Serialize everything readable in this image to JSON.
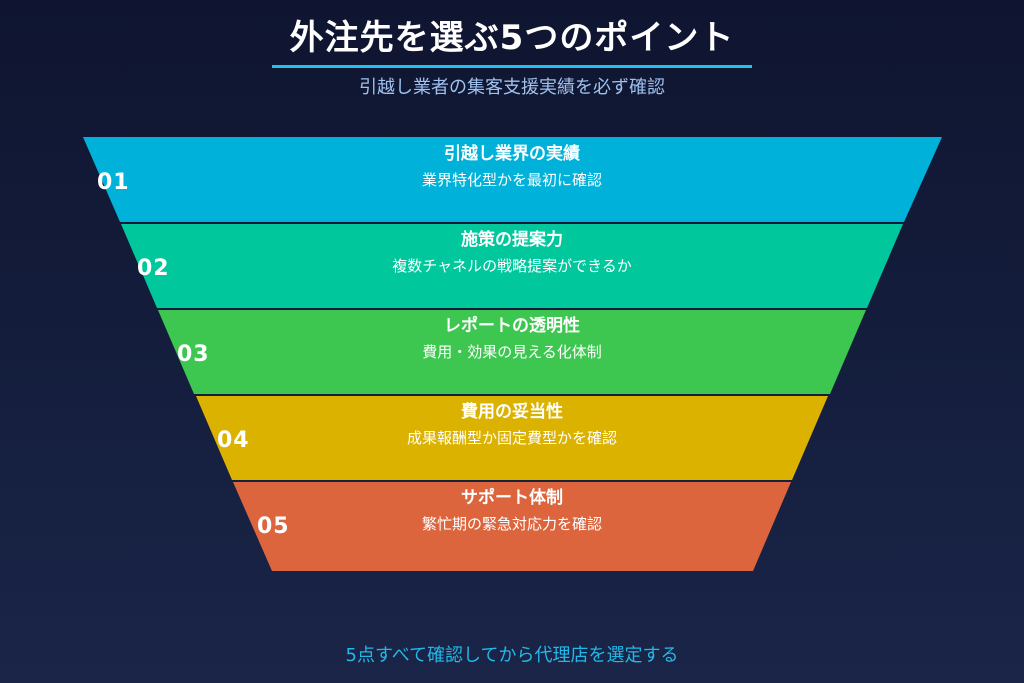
{
  "header": {
    "title": "外注先を選ぶ5つのポイント",
    "subtitle": "引越し業者の集客支援実績を必ず確認",
    "accent_color": "#1ec3f0"
  },
  "funnel": {
    "steps": [
      {
        "number": "01",
        "title": "引越し業界の実績",
        "description": "業界特化型かを最初に確認",
        "color": "#00b2da"
      },
      {
        "number": "02",
        "title": "施策の提案力",
        "description": "複数チャネルの戦略提案ができるか",
        "color": "#00c79c"
      },
      {
        "number": "03",
        "title": "レポートの透明性",
        "description": "費用・効果の見える化体制",
        "color": "#3dc750"
      },
      {
        "number": "04",
        "title": "費用の妥当性",
        "description": "成果報酬型か固定費型かを確認",
        "color": "#dcb200"
      },
      {
        "number": "05",
        "title": "サポート体制",
        "description": "繁忙期の緊急対応力を確認",
        "color": "#dd653d"
      }
    ]
  },
  "footer": {
    "note": "5点すべて確認してから代理店を選定する"
  }
}
